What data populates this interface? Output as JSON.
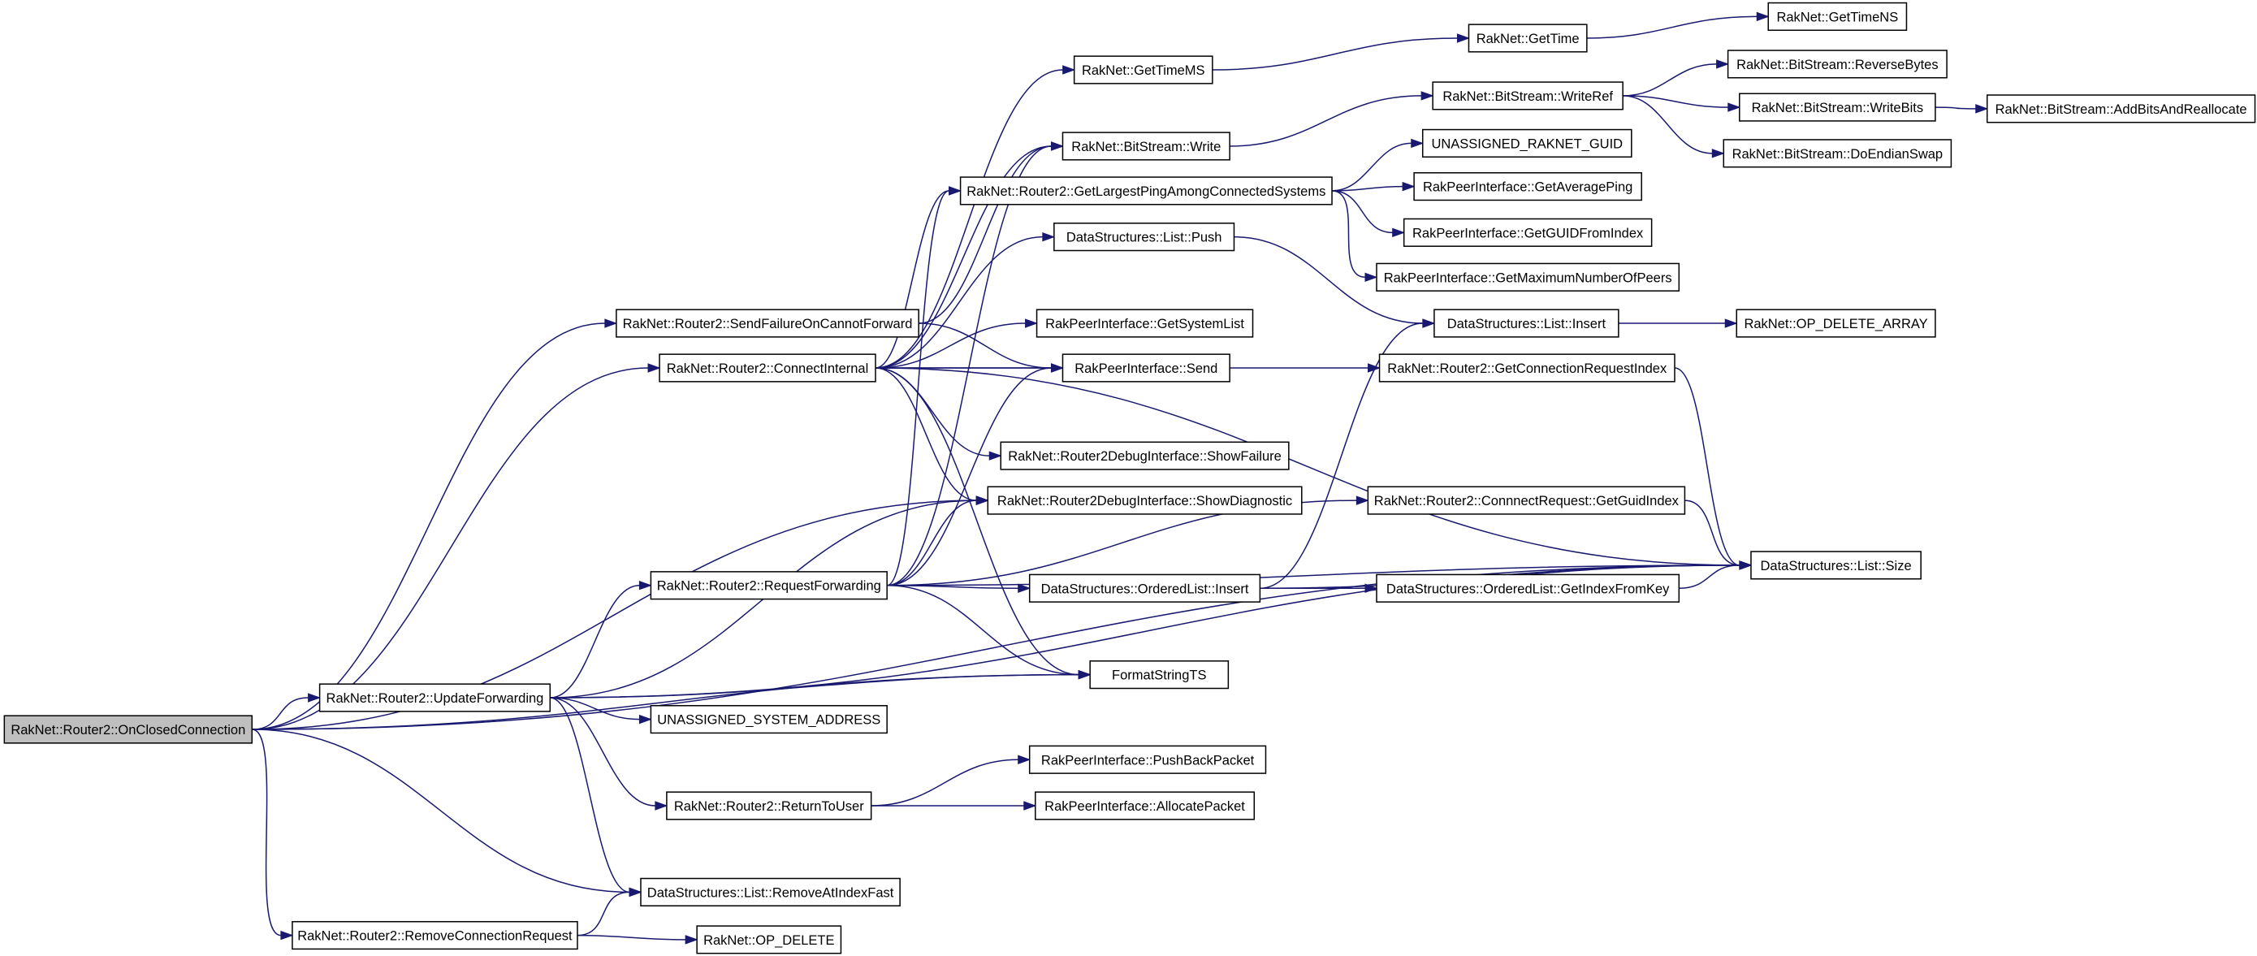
{
  "graph": {
    "root": "on_closed",
    "colors": {
      "edge": "#191970",
      "node_fill": "#ffffff",
      "root_fill": "#bfbfbf",
      "border": "#000000"
    },
    "nodes": [
      {
        "id": "on_closed",
        "label": "RakNet::Router2::OnClosedConnection"
      },
      {
        "id": "send_failure",
        "label": "RakNet::Router2::SendFailureOnCannotForward"
      },
      {
        "id": "connect_internal",
        "label": "RakNet::Router2::ConnectInternal"
      },
      {
        "id": "request_forwarding",
        "label": "RakNet::Router2::RequestForwarding"
      },
      {
        "id": "update_forwarding",
        "label": "RakNet::Router2::UpdateForwarding"
      },
      {
        "id": "return_to_user",
        "label": "RakNet::Router2::ReturnToUser"
      },
      {
        "id": "remove_at_index_fast",
        "label": "DataStructures::List::RemoveAtIndexFast"
      },
      {
        "id": "remove_conn_req",
        "label": "RakNet::Router2::RemoveConnectionRequest"
      },
      {
        "id": "op_delete",
        "label": "RakNet::OP_DELETE"
      },
      {
        "id": "unassigned_sys_addr",
        "label": "UNASSIGNED_SYSTEM_ADDRESS"
      },
      {
        "id": "get_time_ms",
        "label": "RakNet::GetTimeMS"
      },
      {
        "id": "bitstream_write",
        "label": "RakNet::BitStream::Write"
      },
      {
        "id": "get_largest_ping",
        "label": "RakNet::Router2::GetLargestPingAmongConnectedSystems"
      },
      {
        "id": "list_push",
        "label": "DataStructures::List::Push"
      },
      {
        "id": "get_system_list",
        "label": "RakPeerInterface::GetSystemList"
      },
      {
        "id": "rakpeer_send",
        "label": "RakPeerInterface::Send"
      },
      {
        "id": "show_failure",
        "label": "RakNet::Router2DebugInterface::ShowFailure"
      },
      {
        "id": "show_diagnostic",
        "label": "RakNet::Router2DebugInterface::ShowDiagnostic"
      },
      {
        "id": "ordered_list_insert",
        "label": "DataStructures::OrderedList::Insert"
      },
      {
        "id": "format_string_ts",
        "label": "FormatStringTS"
      },
      {
        "id": "push_back_packet",
        "label": "RakPeerInterface::PushBackPacket"
      },
      {
        "id": "allocate_packet",
        "label": "RakPeerInterface::AllocatePacket"
      },
      {
        "id": "get_time",
        "label": "RakNet::GetTime"
      },
      {
        "id": "write_ref",
        "label": "RakNet::BitStream::WriteRef"
      },
      {
        "id": "unassigned_guid",
        "label": "UNASSIGNED_RAKNET_GUID"
      },
      {
        "id": "get_average_ping",
        "label": "RakPeerInterface::GetAveragePing"
      },
      {
        "id": "get_guid_from_index",
        "label": "RakPeerInterface::GetGUIDFromIndex"
      },
      {
        "id": "get_max_peers",
        "label": "RakPeerInterface::GetMaximumNumberOfPeers"
      },
      {
        "id": "list_insert",
        "label": "DataStructures::List::Insert"
      },
      {
        "id": "get_conn_req_index",
        "label": "RakNet::Router2::GetConnectionRequestIndex"
      },
      {
        "id": "get_guid_index",
        "label": "RakNet::Router2::ConnnectRequest::GetGuidIndex"
      },
      {
        "id": "get_index_from_key",
        "label": "DataStructures::OrderedList::GetIndexFromKey"
      },
      {
        "id": "get_time_ns",
        "label": "RakNet::GetTimeNS"
      },
      {
        "id": "reverse_bytes",
        "label": "RakNet::BitStream::ReverseBytes"
      },
      {
        "id": "write_bits",
        "label": "RakNet::BitStream::WriteBits"
      },
      {
        "id": "do_endian_swap",
        "label": "RakNet::BitStream::DoEndianSwap"
      },
      {
        "id": "add_bits_realloc",
        "label": "RakNet::BitStream::AddBitsAndReallocate"
      },
      {
        "id": "op_delete_array",
        "label": "RakNet::OP_DELETE_ARRAY"
      },
      {
        "id": "list_size",
        "label": "DataStructures::List::Size"
      }
    ],
    "edges": [
      [
        "on_closed",
        "send_failure"
      ],
      [
        "on_closed",
        "connect_internal"
      ],
      [
        "on_closed",
        "show_diagnostic"
      ],
      [
        "on_closed",
        "update_forwarding"
      ],
      [
        "on_closed",
        "format_string_ts"
      ],
      [
        "on_closed",
        "list_size"
      ],
      [
        "on_closed",
        "remove_at_index_fast"
      ],
      [
        "on_closed",
        "remove_conn_req"
      ],
      [
        "send_failure",
        "bitstream_write"
      ],
      [
        "send_failure",
        "rakpeer_send"
      ],
      [
        "connect_internal",
        "get_time_ms"
      ],
      [
        "connect_internal",
        "bitstream_write"
      ],
      [
        "connect_internal",
        "get_largest_ping"
      ],
      [
        "connect_internal",
        "list_push"
      ],
      [
        "connect_internal",
        "get_system_list"
      ],
      [
        "connect_internal",
        "rakpeer_send"
      ],
      [
        "connect_internal",
        "show_failure"
      ],
      [
        "connect_internal",
        "show_diagnostic"
      ],
      [
        "connect_internal",
        "format_string_ts"
      ],
      [
        "connect_internal",
        "get_conn_req_index"
      ],
      [
        "connect_internal",
        "list_size"
      ],
      [
        "request_forwarding",
        "bitstream_write"
      ],
      [
        "request_forwarding",
        "get_largest_ping"
      ],
      [
        "request_forwarding",
        "rakpeer_send"
      ],
      [
        "request_forwarding",
        "show_diagnostic"
      ],
      [
        "request_forwarding",
        "get_guid_index"
      ],
      [
        "request_forwarding",
        "ordered_list_insert"
      ],
      [
        "request_forwarding",
        "format_string_ts"
      ],
      [
        "request_forwarding",
        "list_size"
      ],
      [
        "update_forwarding",
        "show_diagnostic"
      ],
      [
        "update_forwarding",
        "request_forwarding"
      ],
      [
        "update_forwarding",
        "format_string_ts"
      ],
      [
        "update_forwarding",
        "list_size"
      ],
      [
        "update_forwarding",
        "unassigned_sys_addr"
      ],
      [
        "update_forwarding",
        "return_to_user"
      ],
      [
        "update_forwarding",
        "remove_at_index_fast"
      ],
      [
        "return_to_user",
        "push_back_packet"
      ],
      [
        "return_to_user",
        "allocate_packet"
      ],
      [
        "remove_conn_req",
        "remove_at_index_fast"
      ],
      [
        "remove_conn_req",
        "op_delete"
      ],
      [
        "get_time_ms",
        "get_time"
      ],
      [
        "get_time",
        "get_time_ns"
      ],
      [
        "bitstream_write",
        "write_ref"
      ],
      [
        "write_ref",
        "reverse_bytes"
      ],
      [
        "write_ref",
        "write_bits"
      ],
      [
        "write_ref",
        "do_endian_swap"
      ],
      [
        "write_bits",
        "add_bits_realloc"
      ],
      [
        "get_largest_ping",
        "unassigned_guid"
      ],
      [
        "get_largest_ping",
        "get_average_ping"
      ],
      [
        "get_largest_ping",
        "get_guid_from_index"
      ],
      [
        "get_largest_ping",
        "get_max_peers"
      ],
      [
        "list_push",
        "list_insert"
      ],
      [
        "list_insert",
        "op_delete_array"
      ],
      [
        "ordered_list_insert",
        "list_insert"
      ],
      [
        "ordered_list_insert",
        "get_index_from_key"
      ],
      [
        "ordered_list_insert",
        "list_size"
      ],
      [
        "get_conn_req_index",
        "list_size"
      ],
      [
        "get_guid_index",
        "list_size"
      ],
      [
        "get_index_from_key",
        "list_size"
      ]
    ]
  }
}
